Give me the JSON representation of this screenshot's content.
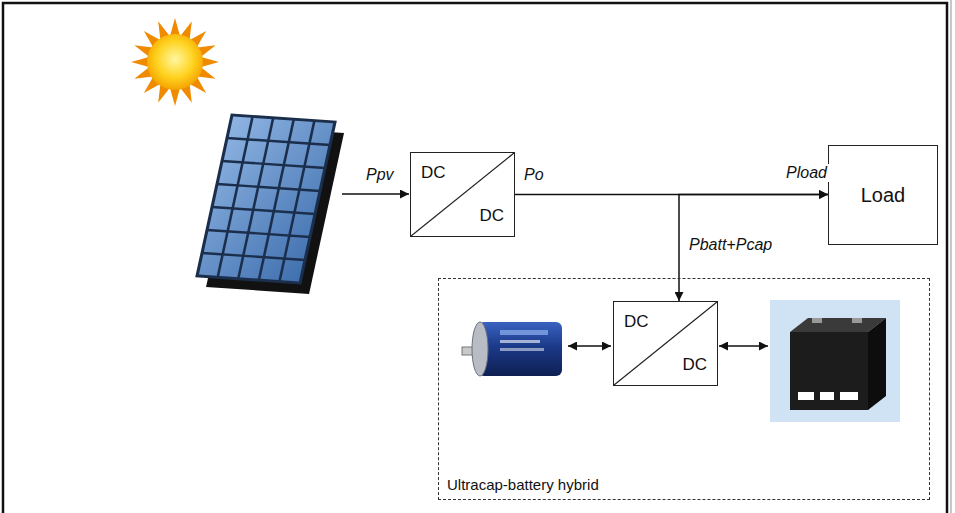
{
  "diagram": {
    "nodes": [
      {
        "text": [
          "DC",
          "DC"
        ]
      },
      {
        "text": [
          "Load"
        ]
      },
      {
        "text": [
          "Ultracap-battery hybrid"
        ]
      },
      {
        "text": [
          "DC",
          "DC"
        ],
        "in": 2
      }
    ],
    "edges": [
      {
        "from": 0,
        "to": 1,
        "arrow": "to"
      },
      {
        "from": 3,
        "to": 1,
        "label": "Pbatt+Pcap",
        "arrow": "both"
      }
    ],
    "labels": [
      "Ppv",
      "Po",
      "Pload"
    ]
  }
}
